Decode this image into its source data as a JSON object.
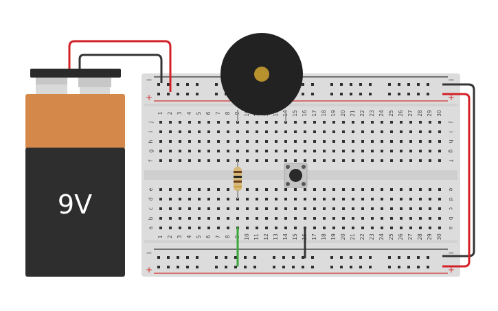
{
  "battery": {
    "label": "9V",
    "body_color": "#2e2e2e",
    "band_color": "#d4884a"
  },
  "breadboard": {
    "columns": 30,
    "top_row_letters": [
      "j",
      "i",
      "h",
      "g",
      "f"
    ],
    "bottom_row_letters": [
      "e",
      "d",
      "c",
      "b",
      "a"
    ],
    "rail_minus": "−",
    "rail_plus": "+",
    "board_color": "#dcdcdc",
    "hole_color": "#2f2f2f",
    "rail_red": "#d3302f",
    "rail_black": "#333333"
  },
  "wires": {
    "red": "#d32027",
    "black": "#333333",
    "green": "#3aa83a"
  },
  "buzzer": {
    "body_color": "#222222",
    "center_color": "#b8912f"
  },
  "resistor": {
    "body_color": "#d6b87a"
  },
  "pushbutton": {
    "cap_color": "#2a2a2a"
  }
}
